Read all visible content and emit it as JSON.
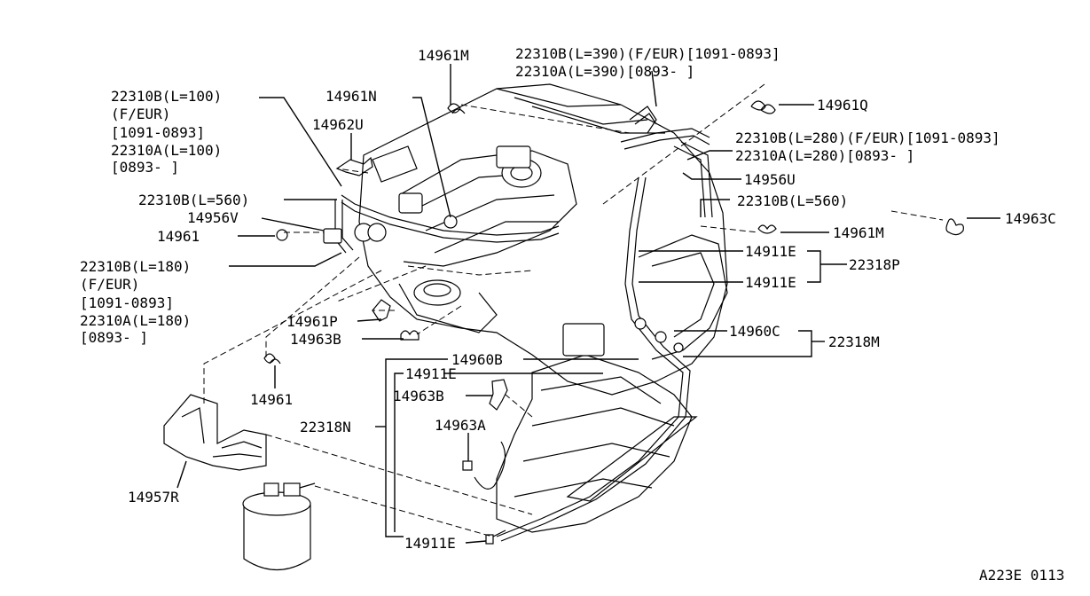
{
  "diagram": {
    "id_code": "A223E 0113",
    "callouts": {
      "c14961M_top": "14961M",
      "c22310B_390": "22310B(L=390)(F/EUR)[1091-0893]",
      "c22310A_390": "22310A(L=390)[0893-     ]",
      "c22310B_100": "22310B(L=100)",
      "c22310B_100_fe": "(F/EUR)",
      "c22310B_100_range": "[1091-0893]",
      "c22310A_100": "22310A(L=100)",
      "c22310A_100_range": "[0893-     ]",
      "c14961N": "14961N",
      "c14962U": "14962U",
      "c14961Q": "14961Q",
      "c22310B_280": "22310B(L=280)(F/EUR)[1091-0893]",
      "c22310A_280": "22310A(L=280)[0893-     ]",
      "c14956U": "14956U",
      "c22310B_560_left": "22310B(L=560)",
      "c22310B_560_right": "22310B(L=560)",
      "c14956V": "14956V",
      "c14963C": "14963C",
      "c14961_left": "14961",
      "c14961M_right": "14961M",
      "c14911E_a": "14911E",
      "c22318P": "22318P",
      "c14911E_b": "14911E",
      "c22310B_180": "22310B(L=180)",
      "c22310B_180_fe": "(F/EUR)",
      "c22310B_180_range": "[1091-0893]",
      "c22310A_180": "22310A(L=180)",
      "c22310A_180_range": "[0893-     ]",
      "c14961P": "14961P",
      "c14963B_a": "14963B",
      "c14960C": "14960C",
      "c22318M": "22318M",
      "c14960B": "14960B",
      "c14911E_c": "14911E",
      "c14961_bottom": "14961",
      "c14963B_b": "14963B",
      "c14963A": "14963A",
      "c22318N": "22318N",
      "c14957R": "14957R",
      "c14911E_d": "14911E"
    }
  }
}
